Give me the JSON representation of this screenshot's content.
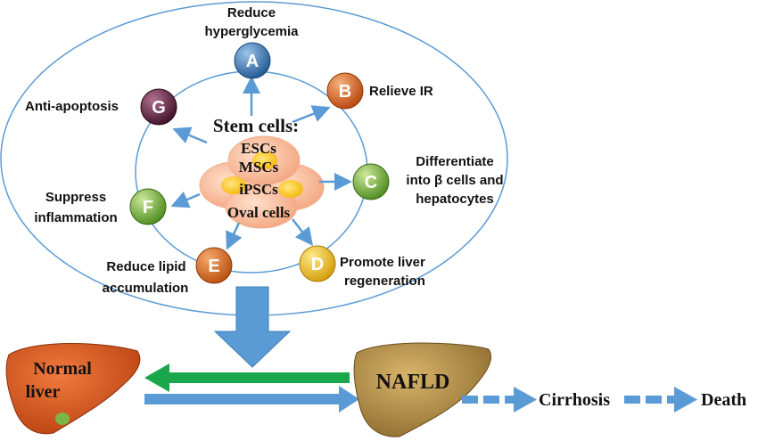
{
  "stem_cells": {
    "title": "Stem cells:",
    "types": [
      "ESCs",
      "MSCs",
      "iPSCs",
      "Oval cells"
    ]
  },
  "effects": [
    {
      "letter": "A",
      "lines": [
        "Reduce",
        "hyperglycemia"
      ],
      "color": "#2f6fa8"
    },
    {
      "letter": "B",
      "lines": [
        "Relieve IR"
      ],
      "color": "#d45a17"
    },
    {
      "letter": "C",
      "lines": [
        "Differentiate",
        "into β cells and",
        "hepatocytes"
      ],
      "color": "#6aaa2e"
    },
    {
      "letter": "D",
      "lines": [
        "Promote liver",
        "regeneration"
      ],
      "color": "#e3b213"
    },
    {
      "letter": "E",
      "lines": [
        "Reduce lipid",
        "accumulation"
      ],
      "color": "#d4661b"
    },
    {
      "letter": "F",
      "lines": [
        "Suppress",
        "inflammation"
      ],
      "color": "#6aaa2e"
    },
    {
      "letter": "G",
      "lines": [
        "Anti-apoptosis"
      ],
      "color": "#5a1f3a"
    }
  ],
  "progression": {
    "normal_liver": [
      "Normal",
      "liver"
    ],
    "nafld": "NAFLD",
    "cirrhosis": "Cirrhosis",
    "death": "Death"
  },
  "colors": {
    "arrow_blue": "#5b9bd5",
    "arrow_green": "#1aa64b",
    "ellipse_stroke": "#5b9bd5",
    "normal_liver": "#d9541e",
    "nafld_liver": "#b08a45"
  }
}
